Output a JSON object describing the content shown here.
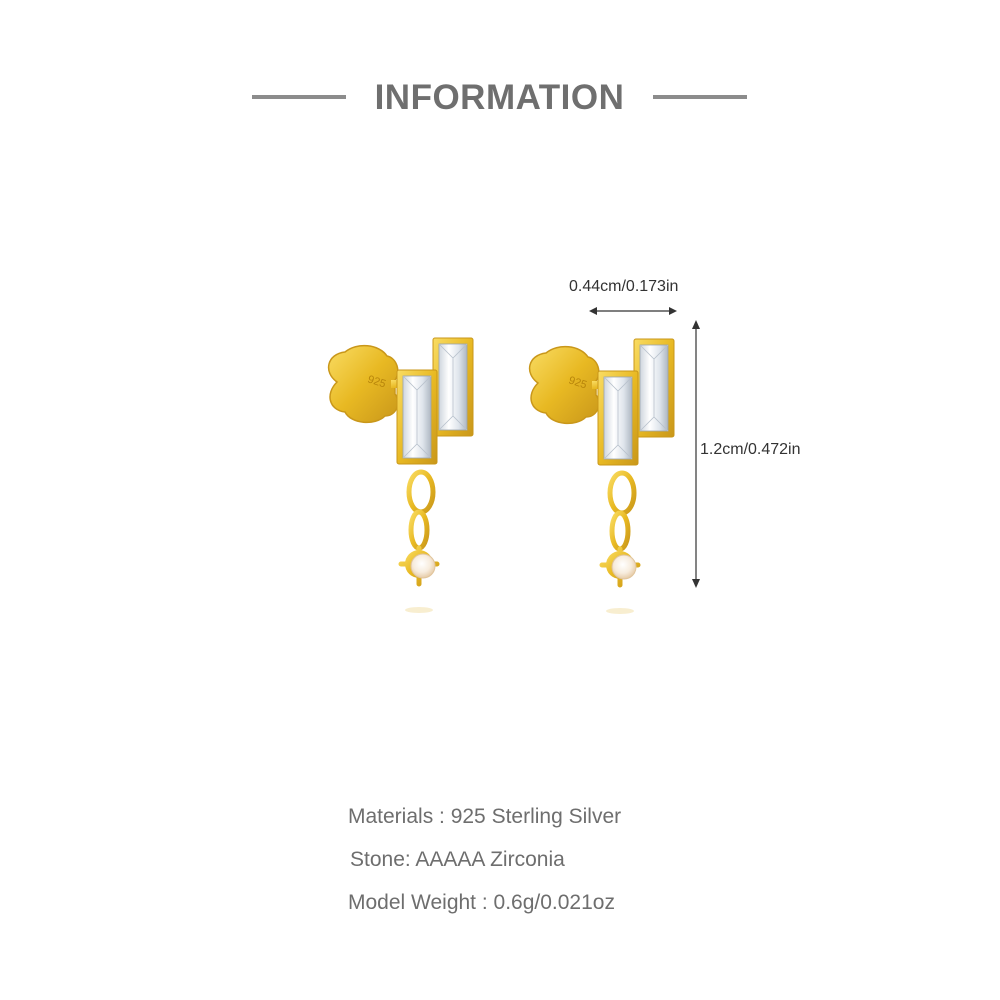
{
  "header": {
    "title": "INFORMATION"
  },
  "dimensions": {
    "width_label": "0.44cm/0.173in",
    "height_label": "1.2cm/0.472in"
  },
  "specs": [
    "Materials : 925 Sterling Silver",
    "Stone: AAAAA Zirconia",
    "Model Weight : 0.6g/0.021oz"
  ],
  "product": {
    "stamp_text": "925"
  },
  "colors": {
    "gold": "#e8b923",
    "gold_dark": "#c9971a",
    "gold_light": "#f7d65a",
    "crystal": "#e9edf2",
    "opal": "#f6eee4",
    "header_gray": "#6f6f6f",
    "text_gray": "#6e6e6e"
  }
}
